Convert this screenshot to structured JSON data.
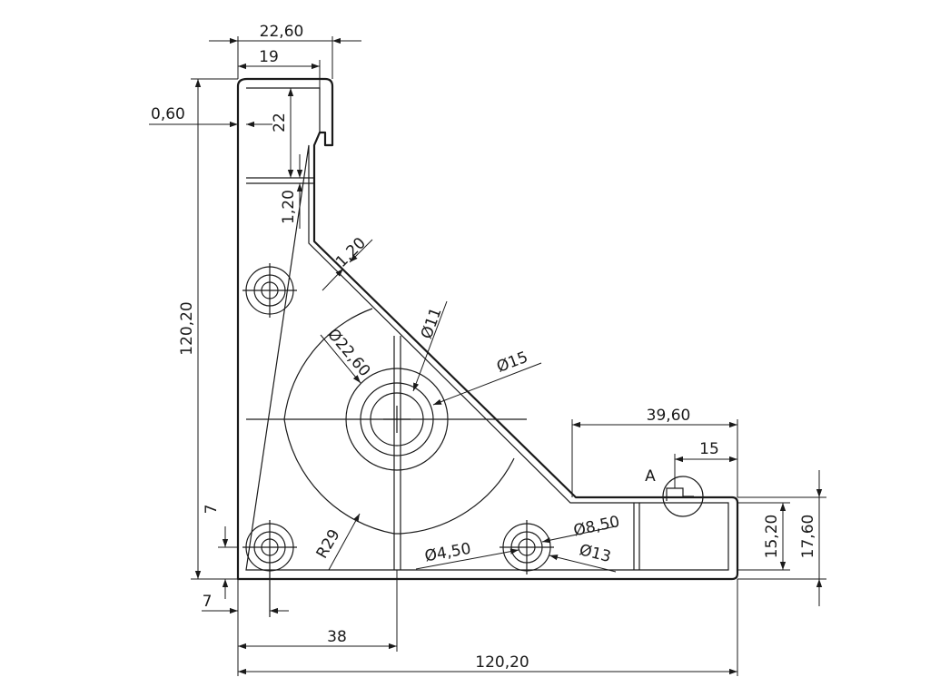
{
  "labels": {
    "top_width": "22,60",
    "top_inner": "19",
    "wall": "0,60",
    "top_depth": "22",
    "rib": "1,20",
    "slant_wall": "1,20",
    "left_height": "120,20",
    "outer_ring": "Ø22,60",
    "hole_11": "Ø11",
    "hole_15": "Ø15",
    "corner_radius": "R29",
    "hole_45": "Ø4,50",
    "hole_85": "Ø8,50",
    "hole_13": "Ø13",
    "offset_y": "7",
    "offset_x": "7",
    "center_x": "38",
    "bottom_width": "120,20",
    "right_run": "39,60",
    "detail_15": "15",
    "detail_ref": "A",
    "foot_152": "15,20",
    "foot_176": "17,60"
  }
}
